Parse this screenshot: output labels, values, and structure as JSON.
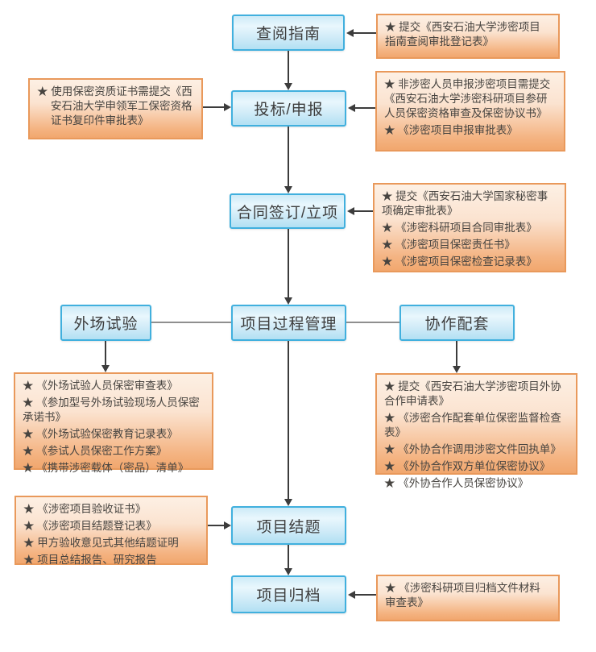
{
  "nodes": {
    "guide": {
      "label": "查阅指南"
    },
    "bid": {
      "label": "投标/申报"
    },
    "contract": {
      "label": "合同签订/立项"
    },
    "field_test": {
      "label": "外场试验"
    },
    "process": {
      "label": "项目过程管理"
    },
    "collab": {
      "label": "协作配套"
    },
    "closing": {
      "label": "项目结题"
    },
    "archive": {
      "label": "项目归档"
    }
  },
  "docs": {
    "guide": {
      "items": [
        "★ 提交《西安石油大学涉密项目指南查阅审批登记表》"
      ]
    },
    "cert": {
      "items": [
        "★ 使用保密资质证书需提交《西安石油大学申领军工保密资格证书复印件审批表》"
      ]
    },
    "bid": {
      "items": [
        "★ 非涉密人员申报涉密项目需提交《西安石油大学涉密科研项目参研人员保密资格审查及保密协议书》",
        "★ 《涉密项目申报审批表》"
      ]
    },
    "contract": {
      "items": [
        "★ 提交《西安石油大学国家秘密事项确定审批表》",
        "★ 《涉密科研项目合同审批表》",
        "★ 《涉密项目保密责任书》",
        "★ 《涉密项目保密检查记录表》"
      ]
    },
    "field": {
      "items": [
        "★ 《外场试验人员保密审查表》",
        "★ 《参加型号外场试验现场人员保密承诺书》",
        "★ 《外场试验保密教育记录表》",
        "★ 《参试人员保密工作方案》",
        "★ 《携带涉密载体（密品）清单》"
      ]
    },
    "collab": {
      "items": [
        "★ 提交《西安石油大学涉密项目外协合作申请表》",
        "★ 《涉密合作配套单位保密监督检查表》",
        "★ 《外协合作调用涉密文件回执单》",
        "★ 《外协合作双方单位保密协议》",
        "★ 《外协合作人员保密协议》"
      ]
    },
    "closing": {
      "items": [
        "★ 《涉密项目验收证书》",
        "★ 《涉密项目结题登记表》",
        "★ 甲方验收意见式其他结题证明",
        "★ 项目总结报告、研究报告"
      ]
    },
    "archive": {
      "items": [
        "★ 《涉密科研项目归档文件材料审查表》"
      ]
    }
  },
  "colors": {
    "node_border": "#41b0de",
    "node_fill_top": "#e9f7fd",
    "node_fill_bottom": "#b2e0f3",
    "doc_border": "#e9995b",
    "doc_fill_top": "#fdf0e4",
    "doc_fill_bottom": "#f1a76e",
    "arrow": "#3c3c3c",
    "connector": "#8f8f8f",
    "text": "#474440"
  }
}
